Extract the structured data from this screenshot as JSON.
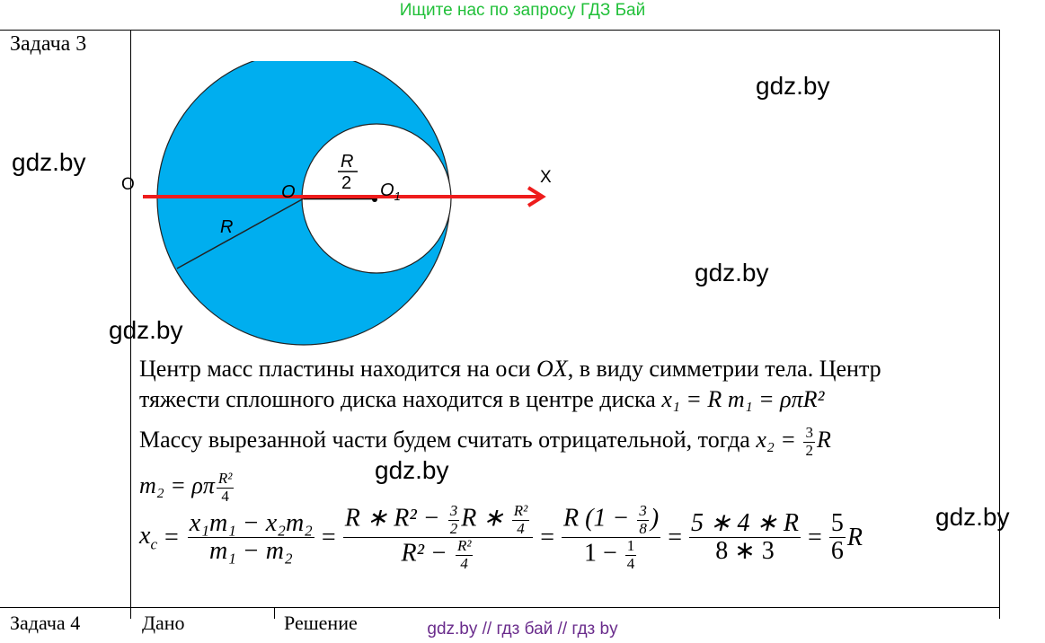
{
  "banner_top": "Ищите нас по запросу ГДЗ Бай",
  "banner_bottom": "gdz.by  //  гдз бай  //  гдз by",
  "task_label": "Задача 3",
  "watermarks": [
    "gdz.by",
    "gdz.by",
    "gdz.by",
    "gdz.by",
    "gdz.by",
    "gdz.by"
  ],
  "figure": {
    "label_o_left": "O",
    "label_o_center": "O",
    "label_o1": "O",
    "label_o1_sub": "1",
    "label_x": "X",
    "label_r": "R",
    "label_r2_num": "R",
    "label_r2_den": "2",
    "colors": {
      "disk": "#00aeef",
      "arrow": "#ee1c1c",
      "outline": "#222222"
    }
  },
  "text": {
    "line1": "Центр масс пластины находится на оси ",
    "line1_var": "OX",
    "line1_end": ", в виду симметрии тела. Центр",
    "line2": "тяжести сплошного диска находится в центре диска ",
    "line2_eq": "x₁ = R  m₁ = ρπR²",
    "line3": "Массу вырезанной части будем считать отрицательной, тогда ",
    "line3_eq_start": "x₂ = ",
    "line3_frac_num": "3",
    "line3_frac_den": "2",
    "line3_eq_end": "R",
    "line4_start": "m₂ = ρπ",
    "line4_frac_num": "R²",
    "line4_frac_den": "4"
  },
  "equation": {
    "lhs": "x",
    "lhs_sub": "c",
    "eq": "=",
    "f1_num": "x₁m₁ − x₂m₂",
    "f1_den": "m₁ − m₂",
    "f2_num_a": "R ∗ R² − ",
    "f2_num_fn": "3",
    "f2_num_fd": "2",
    "f2_num_b": "R ∗ ",
    "f2_num_gn": "R²",
    "f2_num_gd": "4",
    "f2_den_a": "R² − ",
    "f2_den_fn": "R²",
    "f2_den_fd": "4",
    "f3_num_a": "R (1 − ",
    "f3_num_fn": "3",
    "f3_num_fd": "8",
    "f3_num_b": ")",
    "f3_den_a": "1 − ",
    "f3_den_fn": "1",
    "f3_den_fd": "4",
    "f4_num": "5 ∗ 4 ∗ R",
    "f4_den": "8 ∗ 3",
    "f5_num": "5",
    "f5_den": "6",
    "result_tail": "R"
  },
  "cut_row": [
    "Задача 4",
    "Дано",
    "Решение"
  ]
}
